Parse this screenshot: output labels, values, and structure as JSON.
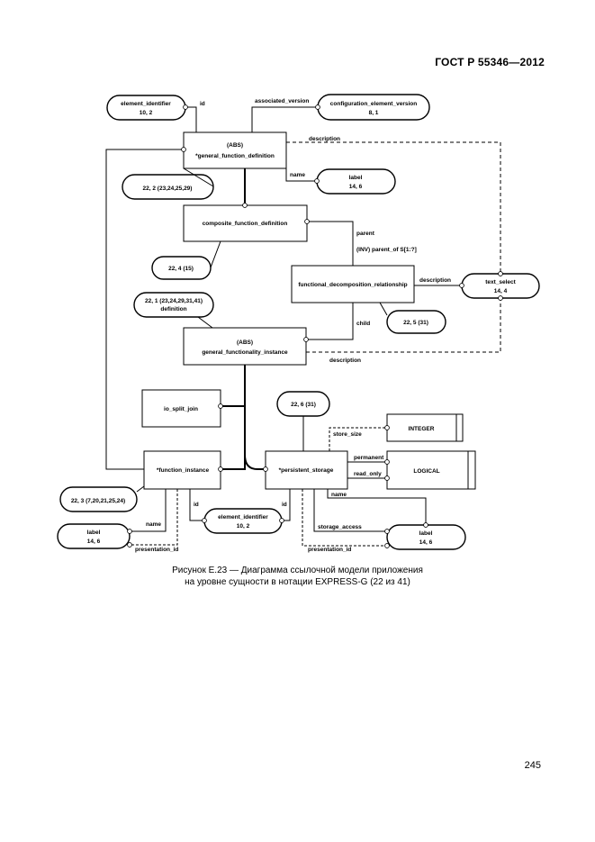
{
  "header": {
    "doc_id": "ГОСТ Р 55346—2012"
  },
  "entities": {
    "gfd": {
      "line1": "(ABS)",
      "line2": "*general_function_definition"
    },
    "cfd": {
      "label": "composite_function_definition"
    },
    "fdr": {
      "label": "functional_decomposition_relationship"
    },
    "gfi": {
      "line1": "(ABS)",
      "line2": "general_functionality_instance"
    },
    "isj": {
      "label": "io_split_join"
    },
    "fi": {
      "label": "*function_instance"
    },
    "ps": {
      "label": "*persistent_storage"
    },
    "integer": {
      "label": "INTEGER"
    },
    "logical": {
      "label": "LOGICAL"
    }
  },
  "refs": {
    "elem_id_top": {
      "line1": "element_identifier",
      "line2": "10, 2"
    },
    "cfg_ver": {
      "line1": "configuration_element_version",
      "line2": "8, 1"
    },
    "label_top": {
      "line1": "label",
      "line2": "14, 6"
    },
    "text_select": {
      "line1": "text_select",
      "line2": "14, 4"
    },
    "label_left": {
      "line1": "label",
      "line2": "14, 6"
    },
    "elem_id_bottom": {
      "line1": "element_identifier",
      "line2": "10, 2"
    },
    "label_right": {
      "line1": "label",
      "line2": "14, 6"
    }
  },
  "page_refs": {
    "r1": "22, 2 (23,24,25,29)",
    "r2": "22, 4 (15)",
    "r3": "22, 5 (31)",
    "r4_line1": "22, 1 (23,24,29,31,41)",
    "r4_line2": "definition",
    "r5": "22, 6 (31)",
    "r6": "22, 3 (7,20,21,25,24)"
  },
  "attributes": {
    "id_top": "id",
    "associated_version": "associated_version",
    "description_top": "description",
    "name_top": "name",
    "parent": "parent",
    "inv_parent": "(INV) parent_of S[1:?]",
    "description_mid": "description",
    "child": "child",
    "description_bottom": "description",
    "store_size": "store_size",
    "permanent": "permanent",
    "read_only": "read_only",
    "name_ps": "name",
    "storage_access": "storage_access",
    "presentation_id_right": "presentation_id",
    "id_ps": "id",
    "id_fi": "id",
    "name_fi": "name",
    "presentation_id_left": "presentation_id"
  },
  "caption": {
    "line1": "Рисунок E.23 — Диаграмма ссылочной модели приложения",
    "line2": "на уровне сущности в нотации EXPRESS-G (22 из 41)"
  },
  "page_number": "245"
}
